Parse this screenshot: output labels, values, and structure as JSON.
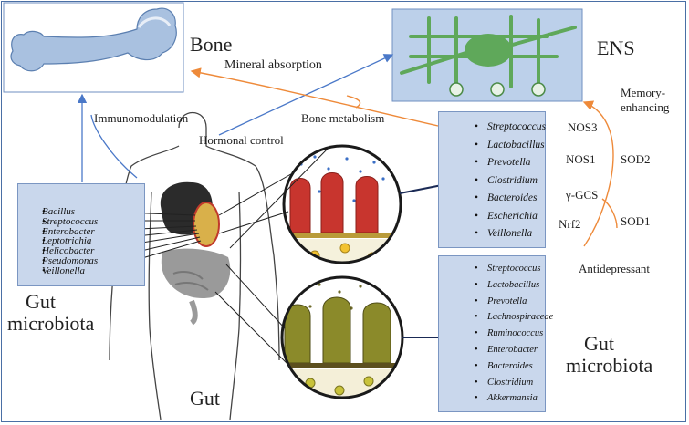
{
  "labels": {
    "bone": "Bone",
    "ens": "ENS",
    "gut": "Gut",
    "gut_microbiota_left_l1": "Gut",
    "gut_microbiota_left_l2": "microbiota",
    "gut_microbiota_right_l1": "Gut",
    "gut_microbiota_right_l2": "microbiota",
    "mineral_absorption": "Mineral absorption",
    "immunomodulation": "Immunomodulation",
    "bone_metabolism": "Bone metabolism",
    "hormonal_control": "Hormonal control",
    "memory_enhancing_l1": "Memory-",
    "memory_enhancing_l2": "enhancing",
    "nos3": "NOS3",
    "nos1": "NOS1",
    "sod2": "SOD2",
    "gcs": "γ-GCS",
    "nrf2": "Nrf2",
    "sod1": "SOD1",
    "antidepressant": "Antidepressant"
  },
  "left_box_list": [
    "Bacillus",
    "Streptococcus",
    "Enterobacter",
    "Leptotrichia",
    "Helicobacter",
    "Pseudomonas",
    "Veillonella"
  ],
  "right_top_list": [
    "Streptococcus",
    "Lactobacillus",
    "Prevotella",
    "Clostridium",
    "Bacteroides",
    "Escherichia",
    "Veillonella"
  ],
  "right_bottom_list": [
    "Streptococcus",
    "Lactobacillus",
    "Prevotella",
    "Lachnospiraceae",
    "Ruminococcus",
    "Enterobacter",
    "Bacteroides",
    "Clostridium",
    "Akkermansia"
  ],
  "colors": {
    "orange_arrow": "#ee8a3a",
    "blue_arrow": "#4a78c8",
    "box_fill": "#c9d7ec",
    "neuron_green": "#5fa85a",
    "villi_red": "#c8352e",
    "villi_olive": "#8b8a2a"
  }
}
